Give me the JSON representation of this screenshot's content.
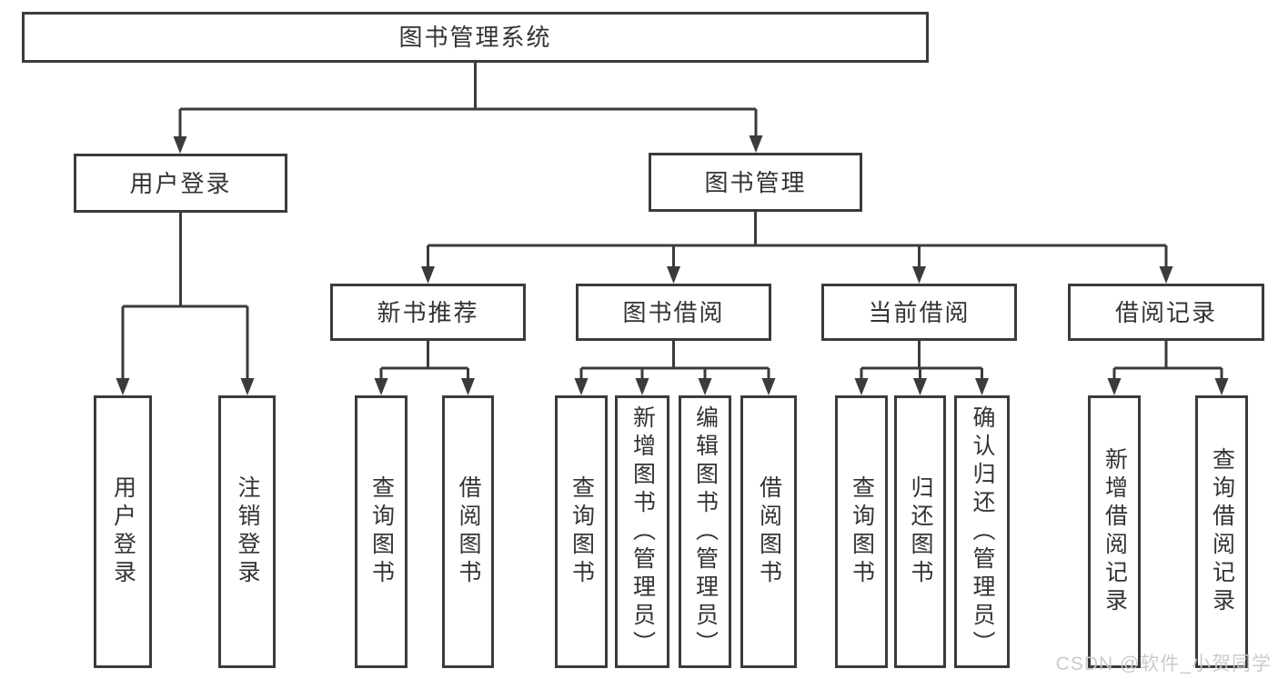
{
  "diagram": {
    "title": "图书管理系统",
    "type": "tree",
    "colors": {
      "line": "#3b3b3b",
      "box_border": "#3b3b3b",
      "text": "#333333",
      "background": "#ffffff",
      "watermark": "#c9c9c9"
    },
    "nodes": [
      {
        "id": "root",
        "label": "图书管理系统",
        "parent": null
      },
      {
        "id": "user-login",
        "label": "用户登录",
        "parent": "root"
      },
      {
        "id": "book-management",
        "label": "图书管理",
        "parent": "root"
      },
      {
        "id": "new-book-recommend",
        "label": "新书推荐",
        "parent": "book-management"
      },
      {
        "id": "book-borrowing",
        "label": "图书借阅",
        "parent": "book-management"
      },
      {
        "id": "current-borrowing",
        "label": "当前借阅",
        "parent": "book-management"
      },
      {
        "id": "borrowing-records",
        "label": "借阅记录",
        "parent": "book-management"
      },
      {
        "id": "user-login-action",
        "label": "用户登录",
        "parent": "user-login"
      },
      {
        "id": "logout-action",
        "label": "注销登录",
        "parent": "user-login"
      },
      {
        "id": "query-books-recommend",
        "label": "查询图书",
        "parent": "new-book-recommend"
      },
      {
        "id": "borrow-books-recommend",
        "label": "借阅图书",
        "parent": "new-book-recommend"
      },
      {
        "id": "query-books-borrowing",
        "label": "查询图书",
        "parent": "book-borrowing"
      },
      {
        "id": "add-books-admin",
        "label": "新增图书（管理员）",
        "parent": "book-borrowing"
      },
      {
        "id": "edit-books-admin",
        "label": "编辑图书（管理员）",
        "parent": "book-borrowing"
      },
      {
        "id": "borrow-books-borrowing",
        "label": "借阅图书",
        "parent": "book-borrowing"
      },
      {
        "id": "query-books-current",
        "label": "查询图书",
        "parent": "current-borrowing"
      },
      {
        "id": "return-books",
        "label": "归还图书",
        "parent": "current-borrowing"
      },
      {
        "id": "confirm-return-admin",
        "label": "确认归还（管理员）",
        "parent": "current-borrowing"
      },
      {
        "id": "add-borrow-record",
        "label": "新增借阅记录",
        "parent": "borrowing-records"
      },
      {
        "id": "query-borrow-record",
        "label": "查询借阅记录",
        "parent": "borrowing-records"
      }
    ]
  },
  "watermark": {
    "text": "CSDN @软件_小贺同学"
  }
}
